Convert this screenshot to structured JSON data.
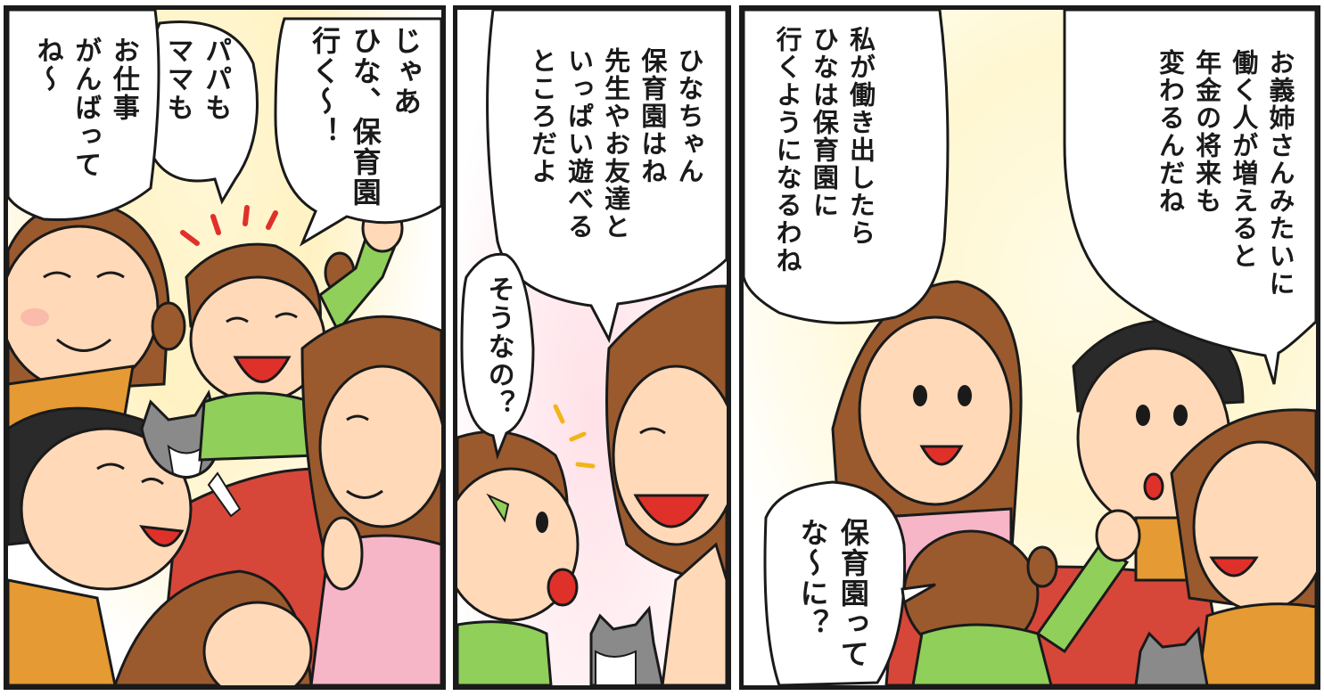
{
  "panels": [
    {
      "bubbles": [
        {
          "text": "じゃあ\nひな、保育園\n行く～！"
        },
        {
          "text": "パパも\nママも"
        },
        {
          "text": "お仕事\nがんばって\nね～"
        }
      ]
    },
    {
      "bubbles": [
        {
          "text": "ひなちゃん\n保育園はね\n先生やお友達と\nいっぱい遊べる\nところだよ"
        },
        {
          "text": "そうなの？"
        }
      ]
    },
    {
      "bubbles": [
        {
          "text": "お義姉さんみたいに\n働く人が増えると\n年金の将来も\n変わるんだね"
        },
        {
          "text": "私が働き出したら\nひなは保育園に\n行くようになるわね"
        },
        {
          "text": "保育園って\nな～に？"
        }
      ]
    }
  ],
  "colors": {
    "ink": "#1a1a1a",
    "skin": "#ffd9b8",
    "hair_brown": "#9a5a2e",
    "hair_black": "#2a2a2a",
    "shirt_green": "#8fcf5a",
    "shirt_pink": "#f7b6c8",
    "shirt_orange": "#e59a33",
    "sofa_red": "#d6473a",
    "cat_gray": "#8a8a8a",
    "accent_red": "#e0302a",
    "accent_yellow": "#f2b418"
  }
}
